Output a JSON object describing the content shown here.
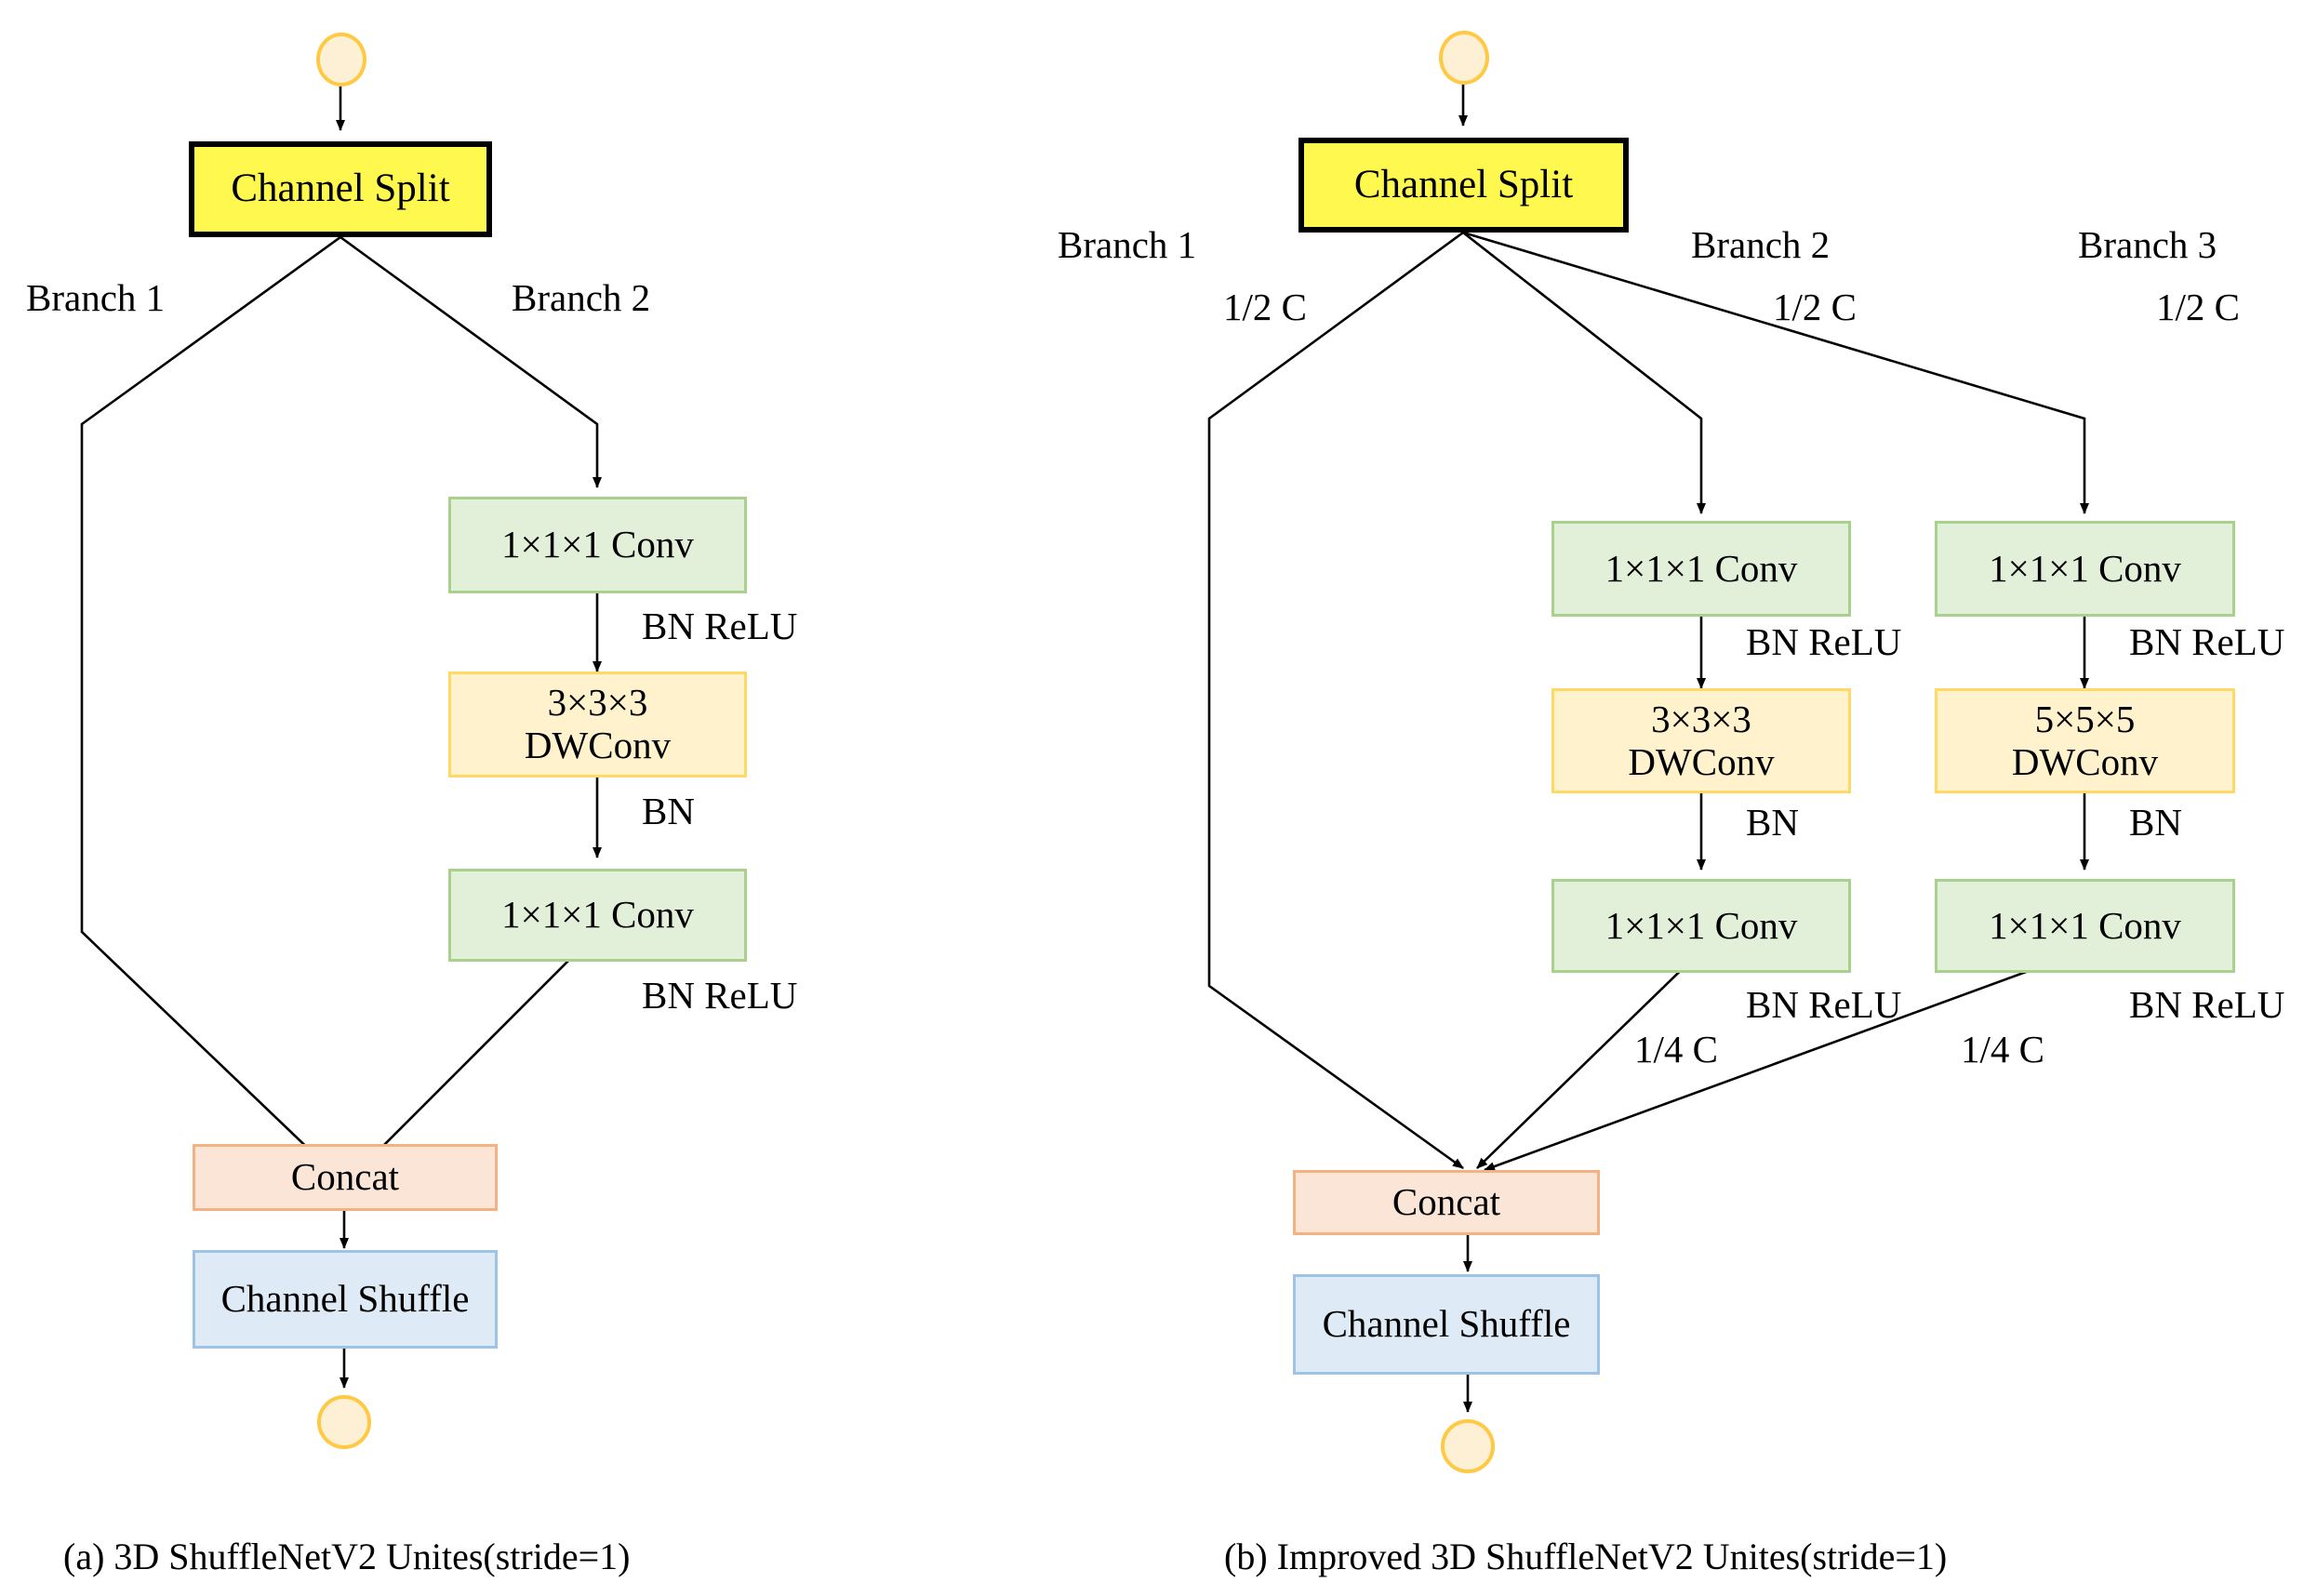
{
  "figure": {
    "panels": [
      {
        "id": "panel-a",
        "caption": "(a) 3D ShuffleNetV2 Unites(stride=1)",
        "entry_node": "input-terminal",
        "split": {
          "label": "Channel Split"
        },
        "branch_labels": [
          "Branch 1",
          "Branch 2"
        ],
        "branch2": {
          "conv1": "1×1×1 Conv",
          "edge1": "BN ReLU",
          "dwconv": "3×3×3\nDWConv",
          "edge2": "BN",
          "conv2": "1×1×1 Conv",
          "edge3": "BN ReLU"
        },
        "merge": {
          "concat": "Concat",
          "shuffle": "Channel Shuffle"
        }
      },
      {
        "id": "panel-b",
        "caption": "(b) Improved 3D ShuffleNetV2 Unites(stride=1)",
        "entry_node": "input-terminal",
        "split": {
          "label": "Channel Split"
        },
        "branch_labels": [
          "Branch 1",
          "Branch 2",
          "Branch 3"
        ],
        "channel_in": [
          "1/2 C",
          "1/2 C",
          "1/2 C"
        ],
        "channel_out": [
          "1/4 C",
          "1/4 C"
        ],
        "branch2": {
          "conv1": "1×1×1 Conv",
          "edge1": "BN ReLU",
          "dwconv": "3×3×3\nDWConv",
          "edge2": "BN",
          "conv2": "1×1×1 Conv",
          "edge3": "BN ReLU"
        },
        "branch3": {
          "conv1": "1×1×1 Conv",
          "edge1": "BN ReLU",
          "dwconv": "5×5×5\nDWConv",
          "edge2": "BN",
          "conv2": "1×1×1 Conv",
          "edge3": "BN ReLU"
        },
        "merge": {
          "concat": "Concat",
          "shuffle": "Channel Shuffle"
        }
      }
    ],
    "colors": {
      "split_fill": "#FFF84F",
      "split_stroke": "#000000",
      "conv_fill": "#E2EFD9",
      "conv_stroke": "#A9D18E",
      "dwconv_fill": "#FFF2CC",
      "dwconv_stroke": "#FFD966",
      "concat_fill": "#FBE5D6",
      "concat_stroke": "#F4B183",
      "shuffle_fill": "#DEEAF6",
      "shuffle_stroke": "#9DC3E6",
      "terminal_fill": "#FDF0D5",
      "terminal_stroke": "#FFC943",
      "edge_stroke": "#000000"
    }
  }
}
